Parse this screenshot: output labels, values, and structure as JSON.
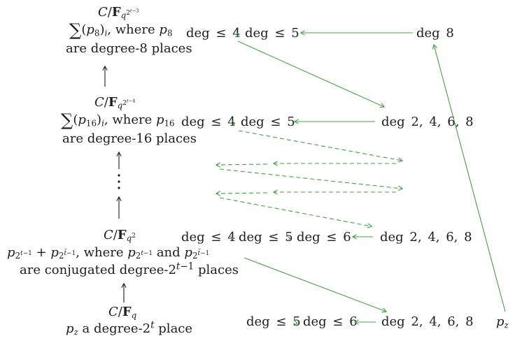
{
  "colors": {
    "arrow_green": "#44a044",
    "ink": "#1d1d1d",
    "background": "#ffffff"
  },
  "glyphs": {
    "chevron": "›"
  },
  "tower": [
    {
      "curve": "<span class='scr'>C</span>/<span class='bb'>F</span><sub><i>q</i><sup>2<sup><i>t</i>−3</sup></sup></sub>",
      "divisor": "<span class='sum'>∑</span>(<i>p</i><sub>8</sub>)<sub><i>i</i></sub>, where <i>p</i><sub>8</sub>",
      "note": "are degree-8 places"
    },
    {
      "curve": "<span class='scr'>C</span>/<span class='bb'>F</span><sub><i>q</i><sup>2<sup><i>t</i>−4</sup></sup></sub>",
      "divisor": "<span class='sum'>∑</span>(<i>p</i><sub>16</sub>)<sub><i>i</i></sub>, where <i>p</i><sub>16</sub>",
      "note": "are degree-16 places"
    },
    {
      "curve": "<span class='scr'>C</span>/<span class='bb'>F</span><sub><i>q</i><sup>2</sup></sub>",
      "divisor": "<i>p</i><sub>2<sup><i>t</i>−1</sup></sub> + <i>p</i><sub>2<sup><i>t̃</i>−1</sup></sub>, where <i>p</i><sub>2<sup><i>t</i>−1</sup></sub> and <i>p</i><sub>2<sup><i>t̃</i>−1</sup></sub>",
      "note": "are conjugated degree-2<sup><i>t</i>−1</sup> places"
    },
    {
      "curve": "<span class='scr'>C</span>/<span class='bb'>F</span><sub><i>q</i></sub>",
      "divisor": "<i>p</i><sub><i>z</i></sub> a degree-2<sup><i>t</i></sup> place"
    }
  ],
  "rows": [
    {
      "bounds": [
        "deg ≤ 4",
        "deg ≤ 5"
      ],
      "incoming": "deg 8"
    },
    {
      "bounds": [
        "deg ≤ 4",
        "deg ≤ 5"
      ],
      "incoming": "deg 2, 4, 6, 8"
    },
    {
      "bounds": [
        "deg ≤ 4",
        "deg ≤ 5",
        "deg ≤ 6"
      ],
      "incoming": "deg 2, 4, 6, 8"
    },
    {
      "bounds": [
        "deg ≤ 5",
        "deg ≤ 6"
      ],
      "incoming": "deg 2, 4, 6, 8",
      "place": "<i>p</i><sub><i>z</i></sub>"
    }
  ]
}
